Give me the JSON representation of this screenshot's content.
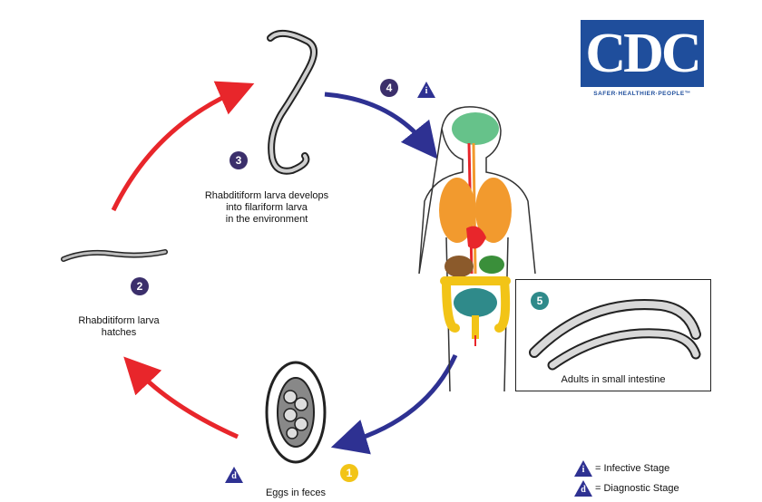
{
  "logo": {
    "name": "CDC",
    "tagline": "SAFER·HEALTHIER·PEOPLE™"
  },
  "stages": [
    {
      "number": "1",
      "label": "Eggs in feces",
      "color": "#f2c417"
    },
    {
      "number": "2",
      "label": "Rhabditiform larva hatches",
      "color": "#3b2f6b"
    },
    {
      "number": "3",
      "label": "Rhabditiform larva develops into filariform larva in the environment",
      "color": "#3b2f6b"
    },
    {
      "number": "4",
      "label": "",
      "color": "#3b2f6b"
    },
    {
      "number": "5",
      "label": "Adults in small intestine",
      "color": "#2f8a8a"
    }
  ],
  "stage_lines": {
    "s2": [
      "Rhabditiform larva",
      "hatches"
    ],
    "s3": [
      "Rhabditiform larva develops",
      "into filariform larva",
      "in the environment"
    ]
  },
  "markers": {
    "infective": "i",
    "diagnostic": "d"
  },
  "legend": [
    {
      "symbol": "i",
      "text": "= Infective Stage"
    },
    {
      "symbol": "d",
      "text": "= Diagnostic Stage"
    }
  ],
  "colors": {
    "arrow_red": "#e8262b",
    "arrow_blue": "#2e3192",
    "triangle": "#2e3192",
    "cdc_blue": "#1f4e9c"
  }
}
